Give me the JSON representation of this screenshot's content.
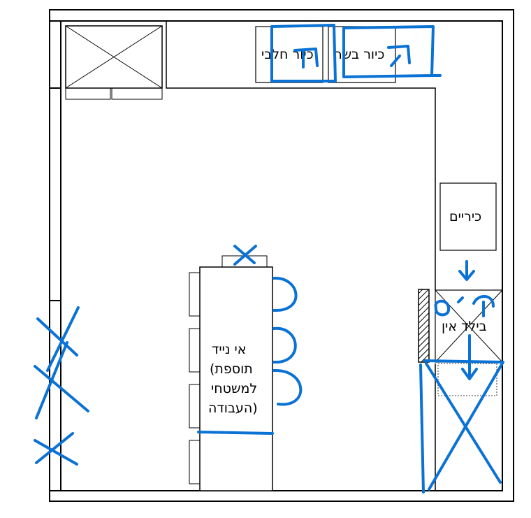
{
  "labels": {
    "sink_dairy": "כיור חלבי",
    "sink_meat": "כיור בשר",
    "walls": "כיריים",
    "built_in": "בילד אין",
    "island_line1": "אי נייד",
    "island_line2": "(תוספת",
    "island_line3": "למשטחי",
    "island_line4": "העבודה)"
  },
  "colors": {
    "ink": "#000000",
    "annotation": "#0a72d4"
  }
}
